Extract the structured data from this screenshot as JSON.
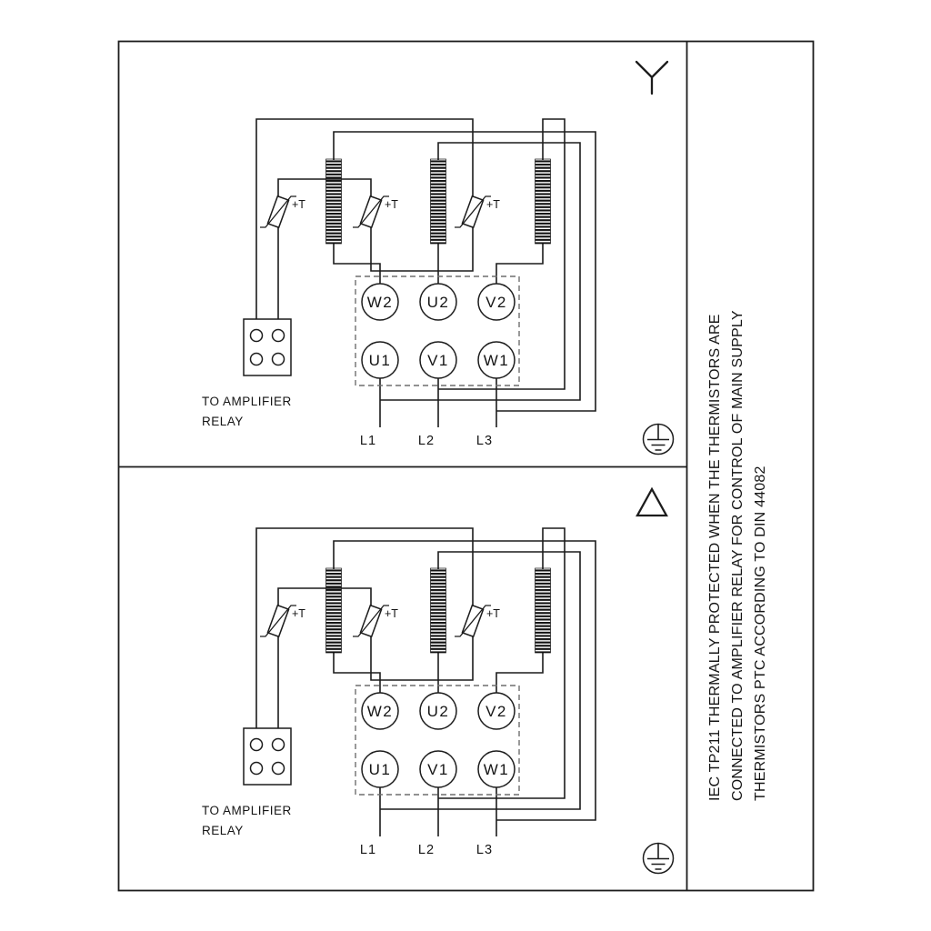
{
  "side_note": {
    "line1": "IEC TP211 THERMALLY PROTECTED WHEN THE THERMISTORS ARE",
    "line2": "CONNECTED TO AMPLIFIER RELAY FOR CONTROL OF MAIN SUPPLY",
    "line3": "THERMISTORS PTC ACCORDING TO DIN 44082"
  },
  "diagram": {
    "thermistor_label": "+T",
    "relay_note_line1": "TO AMPLIFIER",
    "relay_note_line2": "RELAY",
    "terminals_top": [
      "W2",
      "U2",
      "V2"
    ],
    "terminals_bottom": [
      "U1",
      "V1",
      "W1"
    ],
    "mains_labels": [
      "L1",
      "L2",
      "L3"
    ],
    "panels": [
      {
        "id": "star-connection",
        "symbol": "star"
      },
      {
        "id": "delta-connection",
        "symbol": "delta"
      }
    ],
    "colors": {
      "line": "#1c1c1c",
      "background": "#ffffff"
    }
  }
}
